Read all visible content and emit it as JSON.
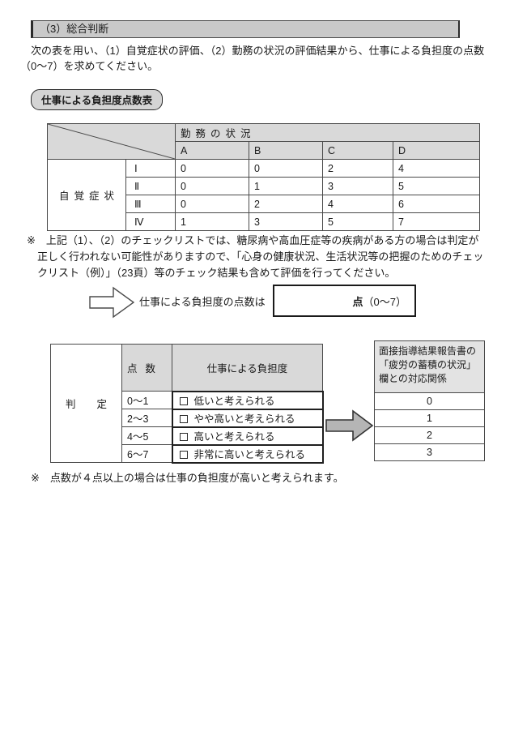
{
  "colors": {
    "header_bar_bg": "#c9c9c9",
    "table_header_bg": "#d9d9d9",
    "badge_bg": "#d4d4d4",
    "arrow_gray_fill": "#b5b5b5",
    "border_dark": "#1a1a1a"
  },
  "header": {
    "title": "（3）総合判断"
  },
  "intro": {
    "text": "　次の表を用い、（1）自覚症状の評価、（2）勤務の状況の評価結果から、仕事による負担度の点数（0～7）を求めてください。"
  },
  "score_table": {
    "badge": "仕事による負担度点数表",
    "col_group": "勤務の状況",
    "cols": [
      "A",
      "B",
      "C",
      "D"
    ],
    "row_group": "自覚症状",
    "rows": [
      {
        "label": "Ⅰ",
        "v": [
          "0",
          "0",
          "2",
          "4"
        ]
      },
      {
        "label": "Ⅱ",
        "v": [
          "0",
          "1",
          "3",
          "5"
        ]
      },
      {
        "label": "Ⅲ",
        "v": [
          "0",
          "2",
          "4",
          "6"
        ]
      },
      {
        "label": "Ⅳ",
        "v": [
          "1",
          "3",
          "5",
          "7"
        ]
      }
    ]
  },
  "note_checklist": "※　上記（1）、（2）のチェックリストでは、糖尿病や高血圧症等の疾病がある方の場合は判定が正しく行われない可能性がありますので、「心身の健康状況、生活状況等の把握のためのチェックリスト（例）」（23頁）等のチェック結果も含めて評価を行ってください。",
  "result": {
    "label": "仕事による負担度の点数は",
    "box_unit": "点",
    "box_range": "（0～7）"
  },
  "judgment": {
    "row_group": "判定",
    "col_score": "点数",
    "col_load": "仕事による負担度",
    "rows": [
      {
        "range": "0～1",
        "label": "低いと考えられる"
      },
      {
        "range": "2～3",
        "label": "やや高いと考えられる"
      },
      {
        "range": "4～5",
        "label": "高いと考えられる"
      },
      {
        "range": "6～7",
        "label": "非常に高いと考えられる"
      }
    ]
  },
  "correspondence": {
    "header": "面接指導結果報告書の「疲労の蓄積の状況」欄との対応関係",
    "values": [
      "0",
      "1",
      "2",
      "3"
    ]
  },
  "note_score": "※　点数が４点以上の場合は仕事の負担度が高いと考えられます。"
}
